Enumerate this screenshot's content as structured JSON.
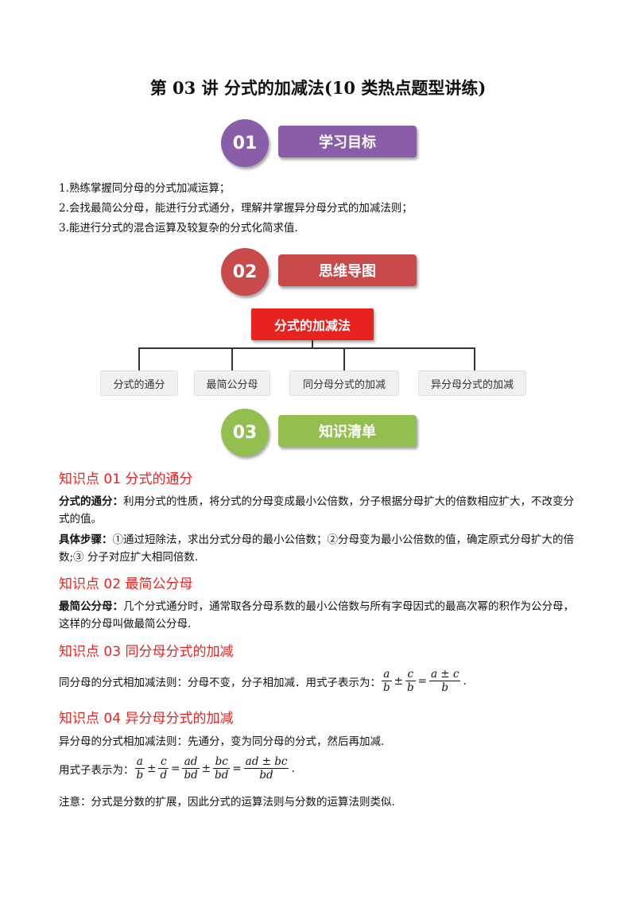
{
  "title": "第 03 讲  分式的加减法(10 类热点题型讲练)",
  "sections": [
    {
      "num": "01",
      "label": "学习目标",
      "disc_color": "#8a5da8",
      "bar_color": "#8a5da8"
    },
    {
      "num": "02",
      "label": "思维导图",
      "disc_color": "#c94a4a",
      "bar_color": "#c94a4a"
    },
    {
      "num": "03",
      "label": "知识清单",
      "disc_color": "#93bf4f",
      "bar_color": "#93bf4f"
    }
  ],
  "objectives": [
    "1.熟练掌握同分母的分式加减运算；",
    "2.会找最简公分母，能进行分式通分，理解并掌握异分母分式的加减法则；",
    "3.能进行分式的混合运算及较复杂的分式化简求值."
  ],
  "mindmap": {
    "root": "分式的加减法",
    "branches": [
      "分式的通分",
      "最简公分母",
      "同分母分式的加减",
      "异分母分式的加减"
    ]
  },
  "kp1": {
    "heading": "知识点 01  分式的通分",
    "term": "分式的通分：",
    "text": "利用分式的性质，将分式的分母变成最小公倍数，分子根据分母扩大的倍数相应扩大，不改变分式的值。",
    "steps_term": "具体步骤：",
    "steps": "①通过短除法，求出分式分母的最小公倍数；②分母变为最小公倍数的值，确定原式分母扩大的倍数;③ 分子对应扩大相同倍数."
  },
  "kp2": {
    "heading": "知识点 02  最简公分母",
    "term": "最简公分母：",
    "text": "几个分式通分时，通常取各分母系数的最小公倍数与所有字母因式的最高次幂的积作为公分母，这样的分母叫做最简公分母."
  },
  "kp3": {
    "heading": "知识点 03  同分母分式的加减",
    "text": "同分母的分式相加减法则：分母不变，分子相加减．用式子表示为：",
    "f1n": "a",
    "f1d": "b",
    "pm": "±",
    "f2n": "c",
    "f2d": "b",
    "eq": "=",
    "f3n": "a ± c",
    "f3d": "b",
    "dot": "."
  },
  "kp4": {
    "heading": "知识点 04  异分母分式的加减",
    "text": "异分母的分式相加减法则：先通分，变为同分母的分式，然后再加减.",
    "prefix": "用式子表示为：",
    "f1n": "a",
    "f1d": "b",
    "pm": "±",
    "f2n": "c",
    "f2d": "d",
    "eq": "=",
    "f3n": "ad",
    "f3d": "bd",
    "f4n": "bc",
    "f4d": "bd",
    "f5n": "ad ± bc",
    "f5d": "bd",
    "dot": ".",
    "note": "注意：分式是分数的扩展，因此分式的运算法则与分数的运算法则类似."
  }
}
